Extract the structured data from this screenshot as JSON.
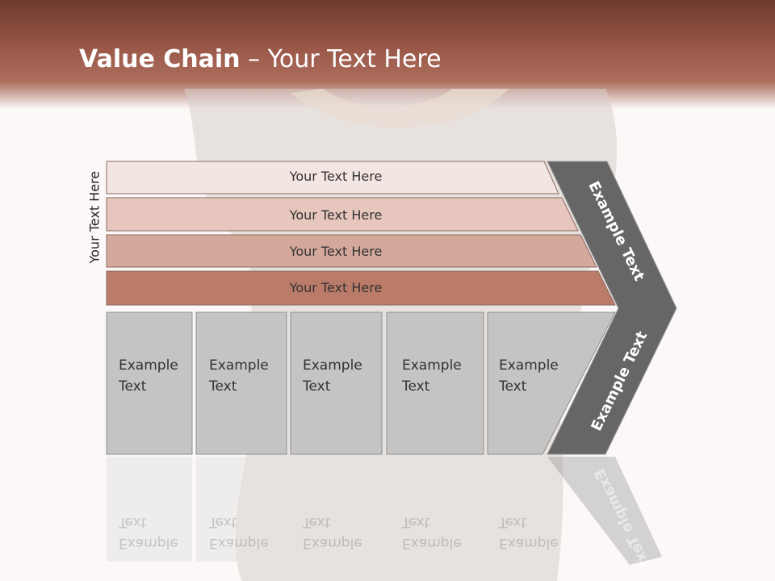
{
  "title": {
    "bold": "Value Chain",
    "rest": " – Your Text Here"
  },
  "side_label": "Your Text Here",
  "bars": [
    {
      "label": "Your Text Here"
    },
    {
      "label": "Your Text Here"
    },
    {
      "label": "Your Text Here"
    },
    {
      "label": "Your Text Here"
    }
  ],
  "cells": [
    {
      "line1": "Example",
      "line2": "Text"
    },
    {
      "line1": "Example",
      "line2": "Text"
    },
    {
      "line1": "Example",
      "line2": "Text"
    },
    {
      "line1": "Example",
      "line2": "Text"
    },
    {
      "line1": "Example",
      "line2": "Text"
    }
  ],
  "chevron": {
    "upper": "Example Text",
    "lower": "Example Text"
  },
  "colors": {
    "bar1": "#f3e5e2",
    "bar2": "#e6c6bd",
    "bar3": "#d4a99c",
    "bar4": "#bb7b69",
    "cell": "#c4c4c4",
    "chevron": "#666666"
  }
}
